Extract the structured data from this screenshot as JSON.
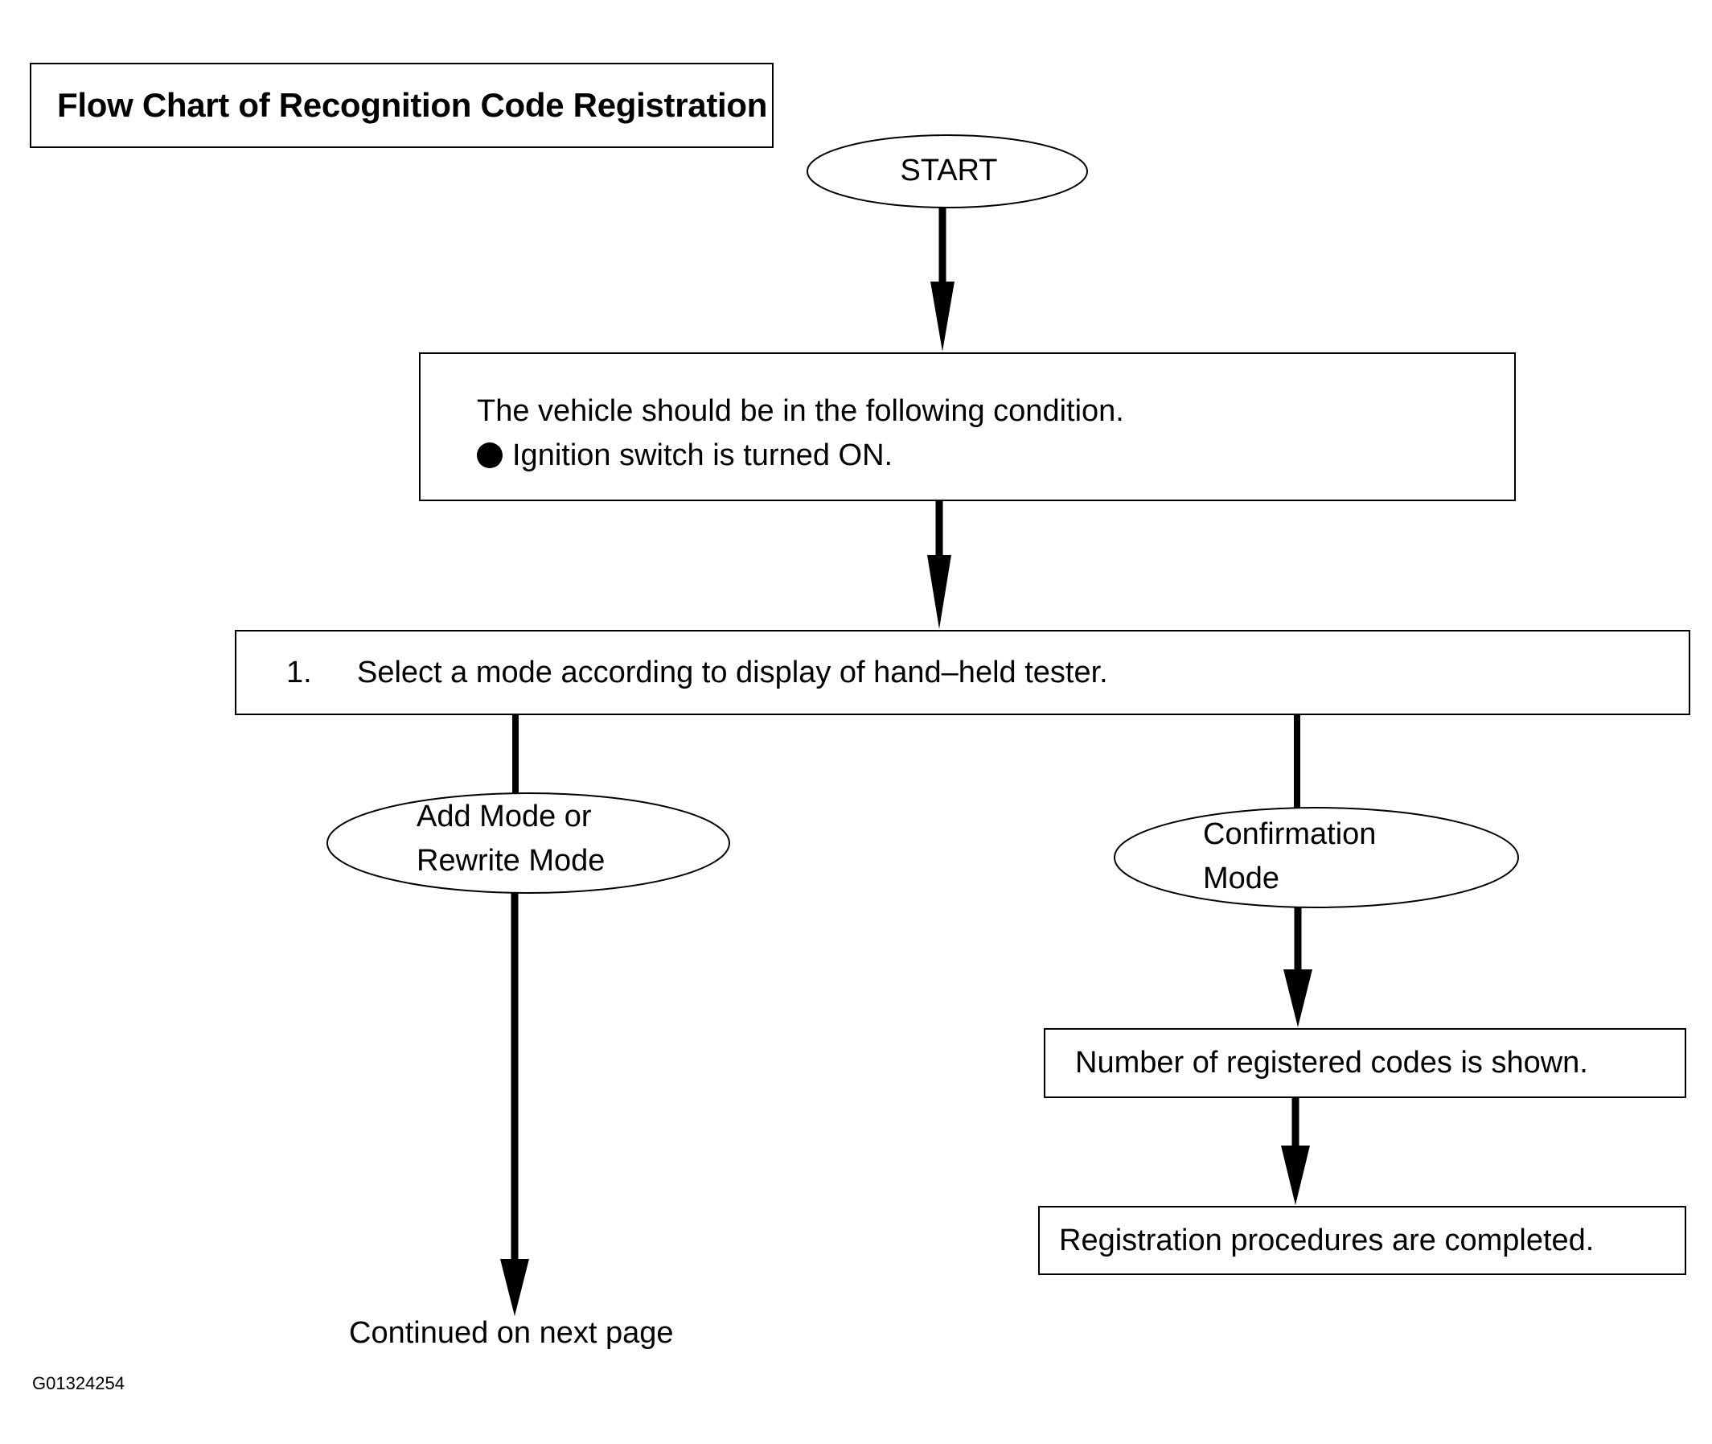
{
  "title": "Flow Chart of Recognition Code Registration",
  "start": {
    "label": "START"
  },
  "condition": {
    "line1": "The vehicle should be in the following condition.",
    "bullet1": "Ignition switch is turned ON."
  },
  "step1": {
    "number": "1.",
    "text": "Select a mode according to display of hand–held tester."
  },
  "branches": {
    "left": {
      "label_line1": "Add Mode or",
      "label_line2": "Rewrite Mode",
      "continuation": "Continued on next page"
    },
    "right": {
      "label_line1": "Confirmation",
      "label_line2": "Mode",
      "result1": "Number of registered codes is shown.",
      "result2": "Registration procedures are completed."
    }
  },
  "figure_id": "G01324254"
}
